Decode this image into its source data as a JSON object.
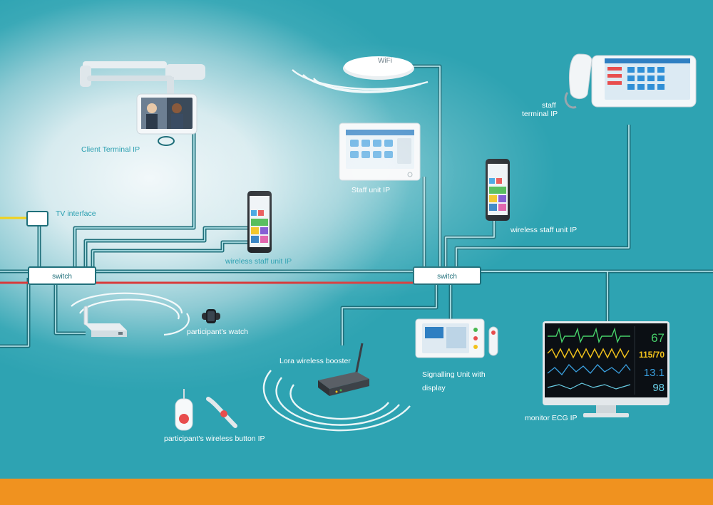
{
  "labels": {
    "wifi": "WiFi",
    "client_terminal": "Client Terminal IP",
    "tv_interface": "TV interface",
    "staff_unit": "Staff unit IP",
    "staff_terminal_line1": "staff",
    "staff_terminal_line2": "terminal IP",
    "wireless_staff_unit_left": "wireless staff unit IP",
    "wireless_staff_unit_right": "wireless staff unit IP",
    "switch_left": "switch",
    "switch_right": "switch",
    "participant_watch": "participant's watch",
    "lora_booster": "Lora wireless booster",
    "signalling_unit_line1": "Signalling Unit with",
    "signalling_unit_line2": "display",
    "monitor_ecg": "monitor ECG IP",
    "wireless_button": "participant's wireless button IP"
  },
  "monitor_readouts": {
    "heart_rate": "67",
    "blood_pressure": "115/70",
    "temp": "13.1",
    "spo2": "98"
  },
  "colors": {
    "wire_outer": "#1f6f7a",
    "wire_inner": "#bfeef3",
    "red_line": "#d83a3a",
    "yellow_line": "#f2d21b",
    "bottom_bar": "#f0921f"
  }
}
